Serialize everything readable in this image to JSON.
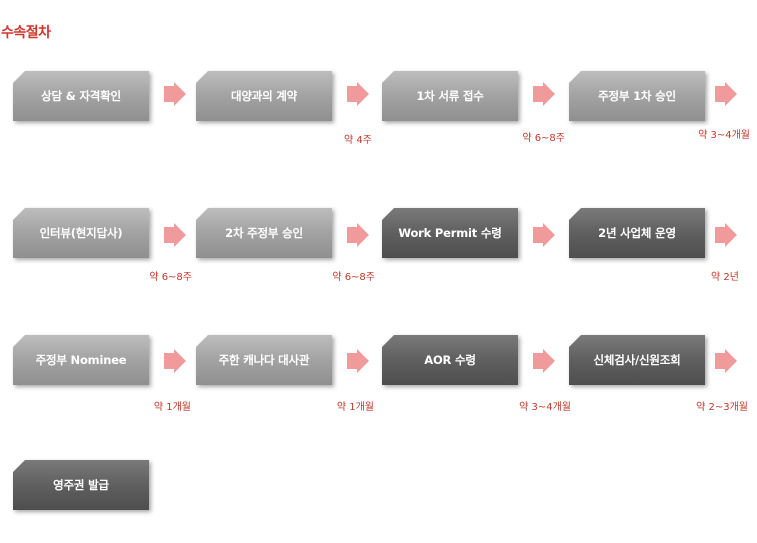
{
  "title": "수속절차",
  "steps": [
    {
      "label": "상담 & 자격확인",
      "style": "light"
    },
    {
      "label": "대양과의 계약",
      "style": "light"
    },
    {
      "label": "1차 서류 접수",
      "style": "light"
    },
    {
      "label": "주정부 1차 승인",
      "style": "light"
    },
    {
      "label": "인터뷰(현지답사)",
      "style": "light"
    },
    {
      "label": "2차 주정부 승인",
      "style": "light"
    },
    {
      "label": "Work Permit 수령",
      "style": "dark"
    },
    {
      "label": "2년 사업체 운영",
      "style": "dark"
    },
    {
      "label": "주정부 Nominee",
      "style": "light"
    },
    {
      "label": "주한 캐나다 대사관",
      "style": "light"
    },
    {
      "label": "AOR 수령",
      "style": "dark"
    },
    {
      "label": "신체검사/신원조회",
      "style": "dark"
    },
    {
      "label": "영주권 발급",
      "style": "dark"
    }
  ],
  "durations": [
    "약 4주",
    "약 6~8주",
    "약 3~4개월",
    "약 6~8주",
    "약 6~8주",
    "약 2년",
    "약 1개월",
    "약 1개월",
    "약 3~4개월",
    "약 2~3개월"
  ],
  "colors": {
    "title": "#d2352c",
    "arrow": "#f19a9c",
    "duration": "#c0392b",
    "box_light": "#a2a2a2",
    "box_dark": "#5f5f5f"
  }
}
